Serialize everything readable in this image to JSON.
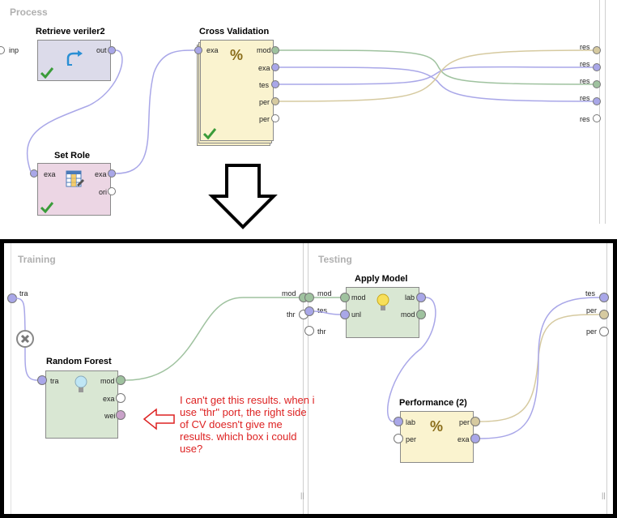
{
  "top": {
    "title": "Process",
    "inp_port": "inp",
    "res_ports": [
      "res",
      "res",
      "res",
      "res",
      "res"
    ],
    "ops": {
      "retrieve": {
        "name": "Retrieve veriler2",
        "out": "out"
      },
      "setrole": {
        "name": "Set Role",
        "exa_in": "exa",
        "exa_out": "exa",
        "ori": "ori"
      },
      "cv": {
        "name": "Cross Validation",
        "exa_in": "exa",
        "mod": "mod",
        "exa": "exa",
        "tes": "tes",
        "per": "per",
        "per2": "per"
      }
    }
  },
  "bottom": {
    "training": {
      "title": "Training",
      "tra": "tra",
      "mod": "mod",
      "thr": "thr"
    },
    "testing": {
      "title": "Testing",
      "mod": "mod",
      "tes": "tes",
      "thr": "thr",
      "out_tes": "tes",
      "out_per1": "per",
      "out_per2": "per"
    },
    "ops": {
      "rf": {
        "name": "Random Forest",
        "tra": "tra",
        "mod": "mod",
        "exa": "exa",
        "wei": "wei"
      },
      "apply": {
        "name": "Apply Model",
        "mod": "mod",
        "unl": "unl",
        "lab": "lab",
        "mod_out": "mod"
      },
      "perf": {
        "name": "Performance (2)",
        "lab": "lab",
        "per_in": "per",
        "per": "per",
        "exa": "exa"
      }
    },
    "footer_marks": [
      "||",
      "||"
    ]
  },
  "annotation": "I can't get this results. when i use \"thr\" port, the right side of CV doesn't give me results. which box i could use?",
  "colors": {
    "green_port": "#9fc29f",
    "blue_port": "#a9a7e8",
    "tan_port": "#d6caa0",
    "pink_port": "#c9a2c9",
    "annotation_red": "#d22222"
  }
}
